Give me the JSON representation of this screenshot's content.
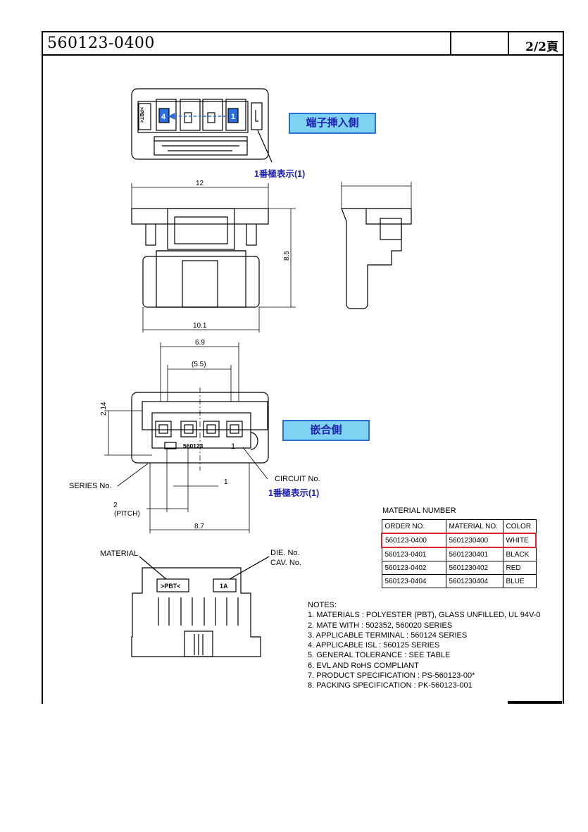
{
  "header": {
    "part_number": "560123-0400",
    "page": "2/2頁"
  },
  "views": {
    "terminal_side_label": "端子挿入側",
    "mating_side_label": "嵌合側",
    "pin1_marking_top": "1番極表示(1)",
    "pin1_marking_front": "1番極表示(1)",
    "pin_4": "4",
    "pin_1": "1",
    "housing_mark_top": ">PBT<",
    "front_series_text": "560123",
    "front_pin1": "1",
    "material_mark": ">PBT<",
    "die_mark": "1A"
  },
  "dimensions": {
    "width_12": "12",
    "height_85": "8.5",
    "width_101": "10.1",
    "width_69": "6.9",
    "ref_55": "(5.5)",
    "height_214": "2.14",
    "center_1": "1",
    "pitch_2": "2",
    "pitch_label": "(PITCH)",
    "width_87": "8.7"
  },
  "callouts": {
    "series_no": "SERIES No.",
    "circuit_no": "CIRCUIT No.",
    "material": "MATERIAL",
    "die_no": "DIE. No.",
    "cav_no": "CAV. No."
  },
  "material_table": {
    "title": "MATERIAL NUMBER",
    "headers": [
      "ORDER NO.",
      "MATERIAL NO.",
      "COLOR"
    ],
    "rows": [
      [
        "560123-0400",
        "5601230400",
        "WHITE"
      ],
      [
        "560123-0401",
        "5601230401",
        "BLACK"
      ],
      [
        "560123-0402",
        "5601230402",
        "RED"
      ],
      [
        "560123-0404",
        "5601230404",
        "BLUE"
      ]
    ],
    "highlight_color": "#d9252b"
  },
  "notes": {
    "title": "NOTES:",
    "items": [
      "1. MATERIALS : POLYESTER (PBT), GLASS UNFILLED, UL 94V-0",
      "2. MATE WITH : 502352, 560020 SERIES",
      "3. APPLICABLE TERMINAL : 560124 SERIES",
      "4. APPLICABLE ISL : 560125 SERIES",
      "5. GENERAL TOLERANCE : SEE TABLE",
      "6. EVL AND RoHS COMPLIANT",
      "7. PRODUCT SPECIFICATION : PS-560123-00*",
      "8. PACKING SPECIFICATION : PK-560123-001"
    ]
  },
  "colors": {
    "label_box_fill": "#7fd3f2",
    "label_text": "#1f22b0"
  }
}
